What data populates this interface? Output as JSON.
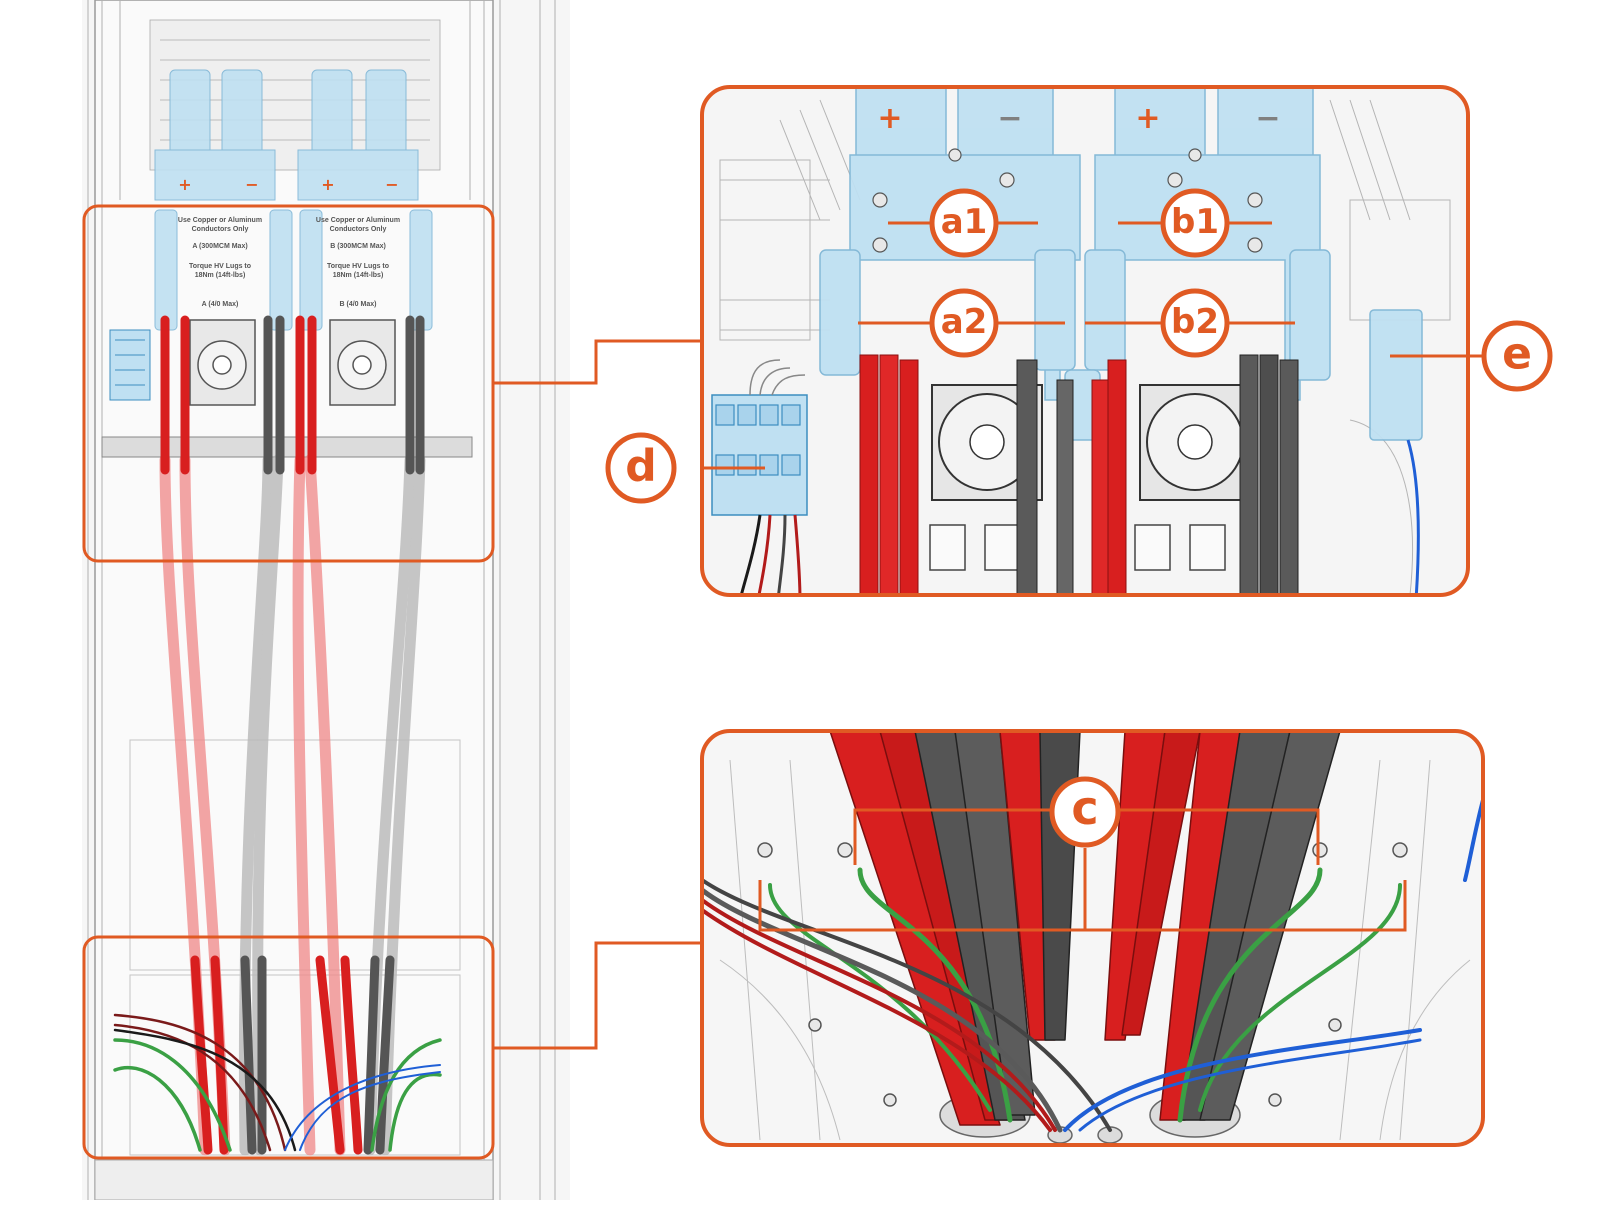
{
  "colors": {
    "accent": "#e05a23",
    "positive_cable": "#d81f1f",
    "negative_cable": "#5a5a5a",
    "ground_cable": "#3aa044",
    "comm_cable": "#1f5fd6",
    "busbar": "#bfe0f2"
  },
  "overview": {
    "busbar_labels": [
      "+",
      "−",
      "+",
      "−"
    ],
    "terminal_a": {
      "line1": "Use Copper or Aluminum",
      "line2": "Conductors Only",
      "rating": "A (300MCM Max)",
      "torque1": "Torque HV Lugs to",
      "torque2": "18Nm (14ft-lbs)",
      "rating2": "A (4/0 Max)"
    },
    "terminal_b": {
      "line1": "Use Copper or Aluminum",
      "line2": "Conductors Only",
      "rating": "B (300MCM Max)",
      "torque1": "Torque HV Lugs to",
      "torque2": "18Nm (14ft-lbs)",
      "rating2": "B (4/0 Max)"
    }
  },
  "detail_top": {
    "busbar_labels": [
      "+",
      "−",
      "+",
      "−"
    ],
    "callouts": [
      "a1",
      "b1",
      "a2",
      "b2",
      "d",
      "e"
    ]
  },
  "detail_bottom": {
    "callouts": [
      "c"
    ]
  }
}
